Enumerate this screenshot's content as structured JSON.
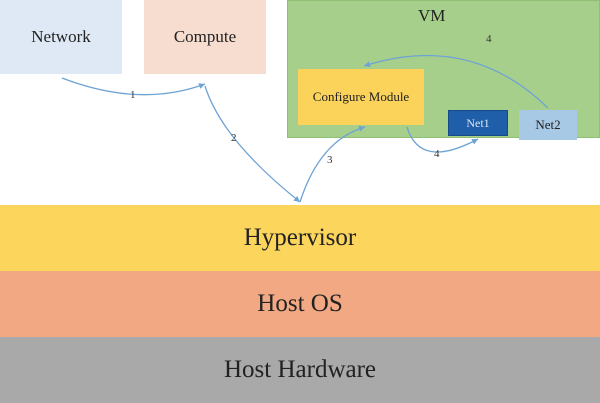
{
  "boxes": {
    "network": "Network",
    "compute": "Compute",
    "vm": "VM",
    "configure_module": "Configure  Module",
    "net1": "Net1",
    "net2": "Net2"
  },
  "layers": {
    "hypervisor": "Hypervisor",
    "host_os": "Host OS",
    "host_hardware": "Host Hardware"
  },
  "arrow_labels": {
    "a1": "1",
    "a2": "2",
    "a3": "3",
    "a4_bottom": "4",
    "a4_top": "4"
  },
  "colors": {
    "arrow": "#6fa3d4"
  }
}
